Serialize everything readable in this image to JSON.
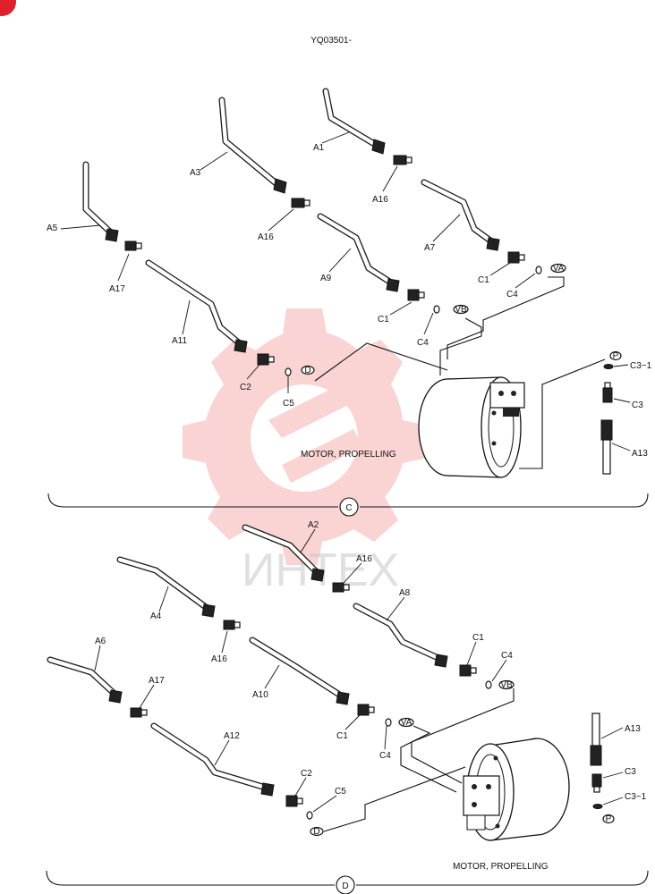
{
  "header": {
    "code": "YQ03501-"
  },
  "colors": {
    "corner_badge": "#e0202a",
    "watermark": "#f4a0a0",
    "line": "#111111"
  },
  "watermark": {
    "text": "ИНТЕХ"
  },
  "section_c": {
    "marker": "C",
    "motor_label": "MOTOR, PROPELLING",
    "labels": {
      "A1": "A1",
      "A3": "A3",
      "A5": "A5",
      "A7": "A7",
      "A9": "A9",
      "A11": "A11",
      "A16a": "A16",
      "A16b": "A16",
      "A17": "A17",
      "C1a": "C1",
      "C1b": "C1",
      "C2": "C2",
      "C3": "C3",
      "C3_1": "C3−1",
      "C4a": "C4",
      "C4b": "C4",
      "C5": "C5",
      "A13": "A13"
    },
    "port_tags": {
      "VA": "VA",
      "VB": "VB",
      "D": "D",
      "P": "P"
    }
  },
  "section_d": {
    "marker": "D",
    "motor_label": "MOTOR, PROPELLING",
    "labels": {
      "A2": "A2",
      "A4": "A4",
      "A6": "A6",
      "A8": "A8",
      "A10": "A10",
      "A12": "A12",
      "A16a": "A16",
      "A16b": "A16",
      "A17": "A17",
      "C1a": "C1",
      "C1b": "C1",
      "C2": "C2",
      "C3": "C3",
      "C3_1": "C3−1",
      "C4a": "C4",
      "C4b": "C4",
      "C5": "C5",
      "A13": "A13"
    },
    "port_tags": {
      "VA": "VA",
      "VB": "VB",
      "D": "D",
      "P": "P"
    }
  }
}
